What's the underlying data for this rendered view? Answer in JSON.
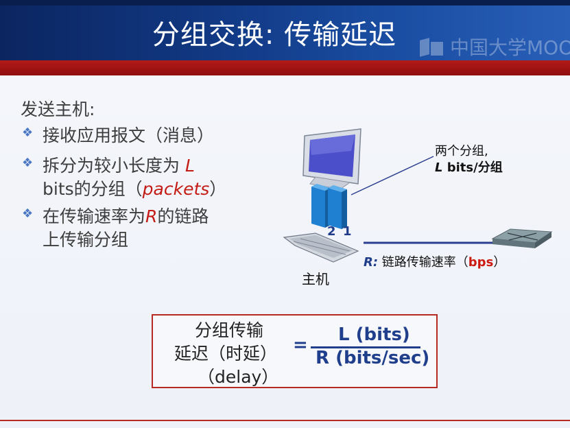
{
  "slide": {
    "title": "分组交换: 传输延迟",
    "watermark": "中国大学MOOC",
    "host_heading": "发送主机:",
    "bullets": {
      "b1": "接收应用报文（消息）",
      "b2_pre": "拆分为较小长度为 ",
      "b2_var": "L",
      "b2_line2_pre": "bits的分组（",
      "b2_line2_var": "packets",
      "b2_line2_post": "）",
      "b3_pre": "在传输速率为",
      "b3_var": "R",
      "b3_post": "的链路",
      "b3_line2": "上传输分组"
    },
    "figure": {
      "packets_label_1": "两个分组,",
      "packets_label_2_var": "L",
      "packets_label_2_rest": " bits/分组",
      "packet_num_2": "2",
      "packet_num_1": "1",
      "host_label": "主机",
      "link_label_var": "R:",
      "link_label_text": " 链路传输速率（",
      "link_label_unit": "bps",
      "link_label_close": "）"
    },
    "formula": {
      "line1": "分组传输",
      "line2": "延迟（时延）",
      "line3": "（delay）",
      "equals": "=",
      "numerator": "L (bits)",
      "denominator": "R (bits/sec)"
    }
  },
  "colors": {
    "header_blue": "#123a86",
    "header_red": "#a01412",
    "accent_red": "#c41b14",
    "accent_blue": "#1f3d8a"
  }
}
